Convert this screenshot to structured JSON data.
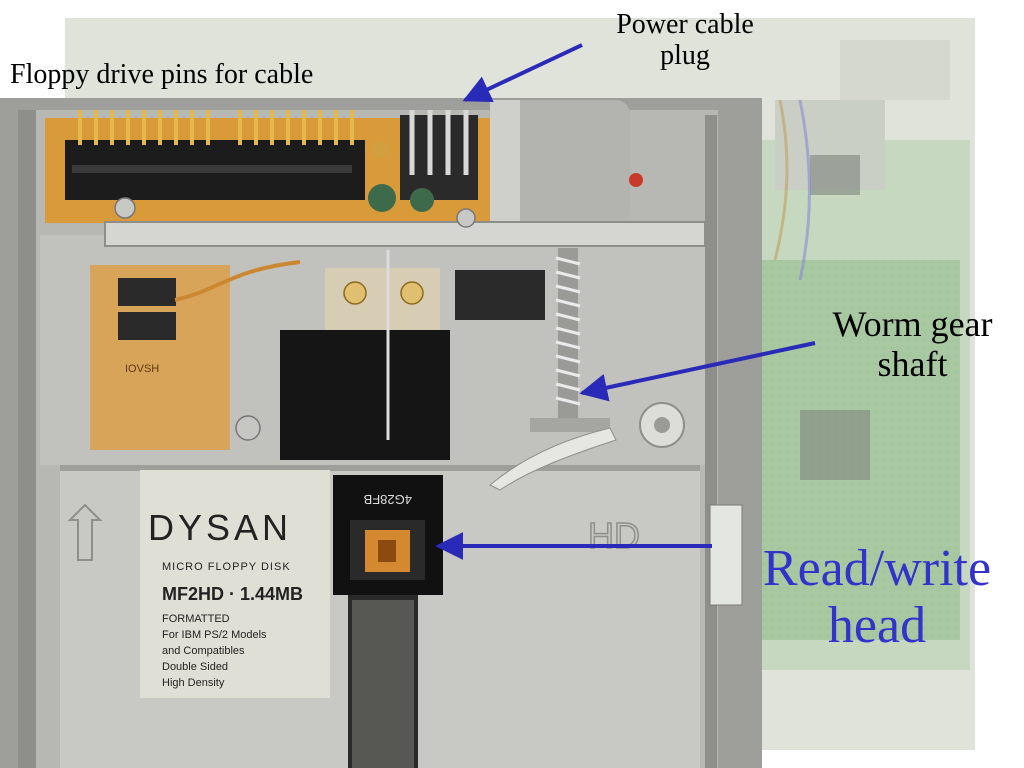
{
  "labels": {
    "pins": "Floppy drive pins for cable",
    "power_line1": "Power cable",
    "power_line2": "plug",
    "worm_line1": "Worm gear",
    "worm_line2": "shaft",
    "head_line1": "Read/write",
    "head_line2": "head"
  },
  "disk": {
    "brand": "DYSAN",
    "product": "MICRO FLOPPY DISK",
    "model": "MF2HD · 1.44MB",
    "line1": "FORMATTED",
    "line2": "For IBM PS/2 Models",
    "line3": "and Compatibles",
    "line4": "Double Sided",
    "line5": "High Density",
    "hd_mark": "HD"
  },
  "chip_code": "4G28FB",
  "colors": {
    "arrow": "#2a2ab8",
    "head_label": "#3333cc",
    "pcb_orange": "#d99a3a",
    "pcb_green": "#4d8a4a",
    "metal": "#b8b8b4"
  }
}
